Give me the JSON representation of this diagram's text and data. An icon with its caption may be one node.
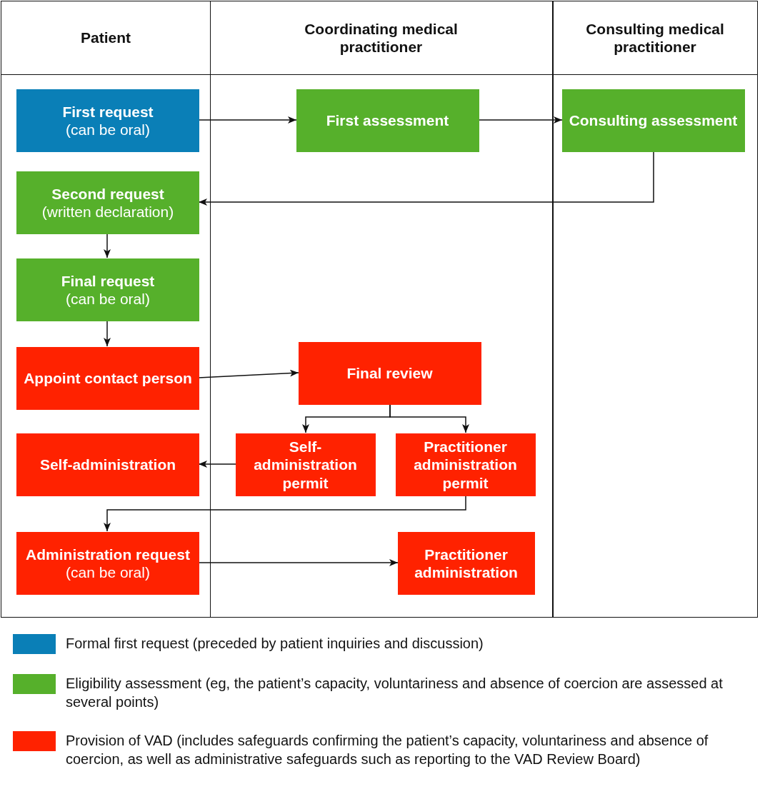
{
  "diagram": {
    "nodes": [
      {
        "text": [
          "Patient"
        ]
      },
      {
        "text": [
          "Coordinating medical practitioner"
        ]
      },
      {
        "text": [
          "Consulting medical practitioner"
        ]
      },
      {
        "text": [
          "First request",
          "(can be oral)"
        ],
        "in": 0
      },
      {
        "text": [
          "First assessment"
        ],
        "in": 1
      },
      {
        "text": [
          "Consulting assessment"
        ],
        "in": 2
      },
      {
        "text": [
          "Second request",
          "(written declaration)"
        ],
        "in": 0
      },
      {
        "text": [
          "Final request",
          "(can be oral)"
        ],
        "in": 0
      },
      {
        "text": [
          "Appoint contact person"
        ],
        "in": 0
      },
      {
        "text": [
          "Final review"
        ],
        "in": 1
      },
      {
        "text": [
          "Self-administration"
        ],
        "in": 0
      },
      {
        "text": [
          "Self-administration permit"
        ],
        "in": 1
      },
      {
        "text": [
          "Practitioner administration permit"
        ],
        "in": 1
      },
      {
        "text": [
          "Administration request",
          "(can be oral)"
        ],
        "in": 0
      },
      {
        "text": [
          "Practitioner administration"
        ],
        "in": 1
      }
    ],
    "edges": [
      {
        "from": 3,
        "to": 4,
        "arrow": "to"
      },
      {
        "from": 4,
        "to": 5,
        "arrow": "to"
      },
      {
        "from": 5,
        "to": 6,
        "arrow": "to"
      },
      {
        "from": 6,
        "to": 7,
        "arrow": "to"
      },
      {
        "from": 7,
        "to": 8,
        "arrow": "to"
      },
      {
        "from": 8,
        "to": 9,
        "arrow": "to"
      },
      {
        "from": 9,
        "to": 11,
        "arrow": "to"
      },
      {
        "from": 9,
        "to": 12,
        "arrow": "to"
      },
      {
        "from": 11,
        "to": 10,
        "arrow": "to"
      },
      {
        "from": 12,
        "to": 13,
        "arrow": "to"
      },
      {
        "from": 13,
        "to": 14,
        "arrow": "to"
      }
    ],
    "legend": [
      {
        "text": "Formal first request (preceded by patient inquiries and discussion)",
        "color": "#0a7fb7"
      },
      {
        "text": "Eligibility assessment (eg, the patient’s  capacity, voluntariness and absence of coercion are assessed at several points)",
        "color": "#56b02b"
      },
      {
        "text": "Provision of VAD (includes safeguards confirming the patient’s capacity, voluntariness and absence of coercion, as well as administrative safeguards such as reporting to the VAD Review Board)",
        "color": "#ff2200"
      }
    ]
  }
}
